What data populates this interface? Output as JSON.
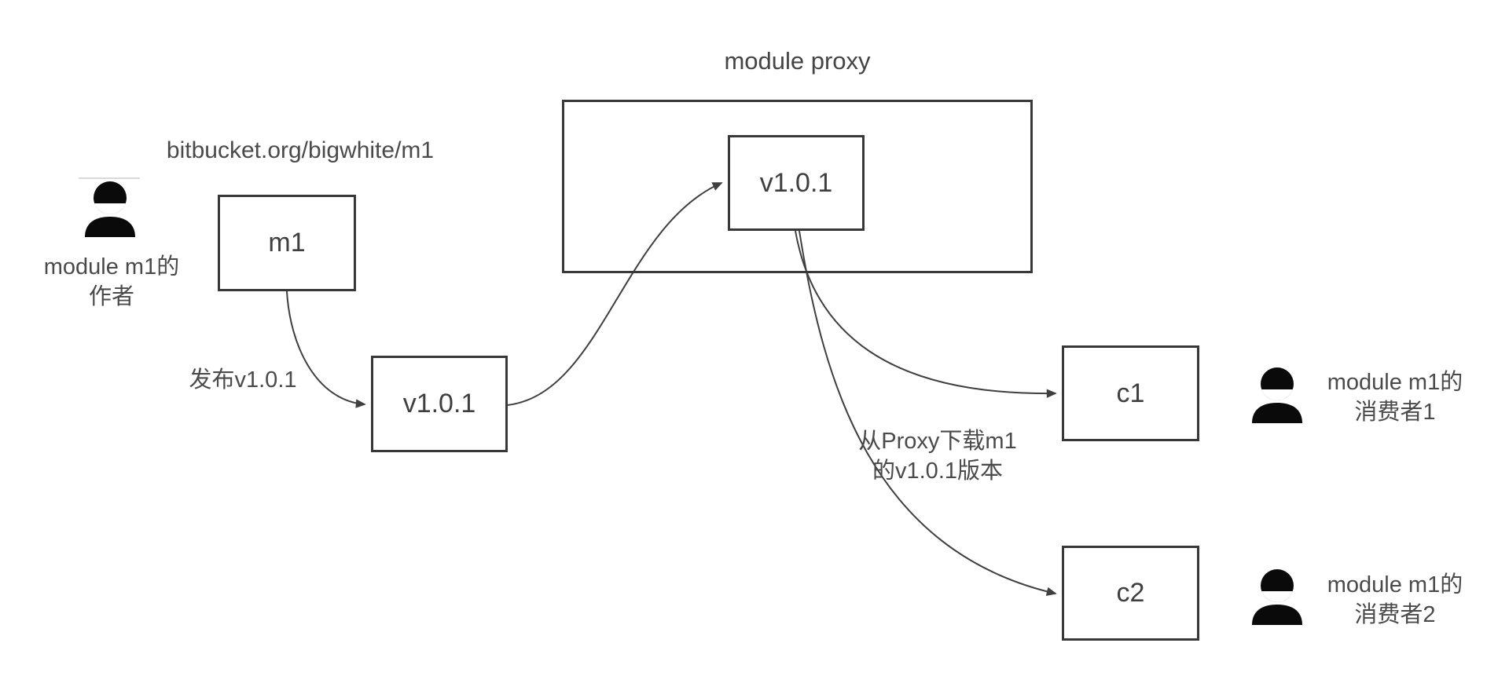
{
  "colors": {
    "background": "#ffffff",
    "box_stroke": "#383838",
    "arrow_stroke": "#3f3f3f",
    "text": "#4a4a4a",
    "icon_fill": "#0a0a0a"
  },
  "repo_label": "bitbucket.org/bigwhite/m1",
  "author": {
    "line1": "module m1的",
    "line2": "作者"
  },
  "nodes": {
    "m1": "m1",
    "published_version": "v1.0.1",
    "proxy_version": "v1.0.1",
    "c1": "c1",
    "c2": "c2"
  },
  "proxy": {
    "title": "module proxy"
  },
  "edges": {
    "publish_label": "发布v1.0.1",
    "download_label_line1": "从Proxy下载m1",
    "download_label_line2": "的v1.0.1版本"
  },
  "consumer1": {
    "line1": "module m1的",
    "line2": "消费者1"
  },
  "consumer2": {
    "line1": "module m1的",
    "line2": "消费者2"
  }
}
